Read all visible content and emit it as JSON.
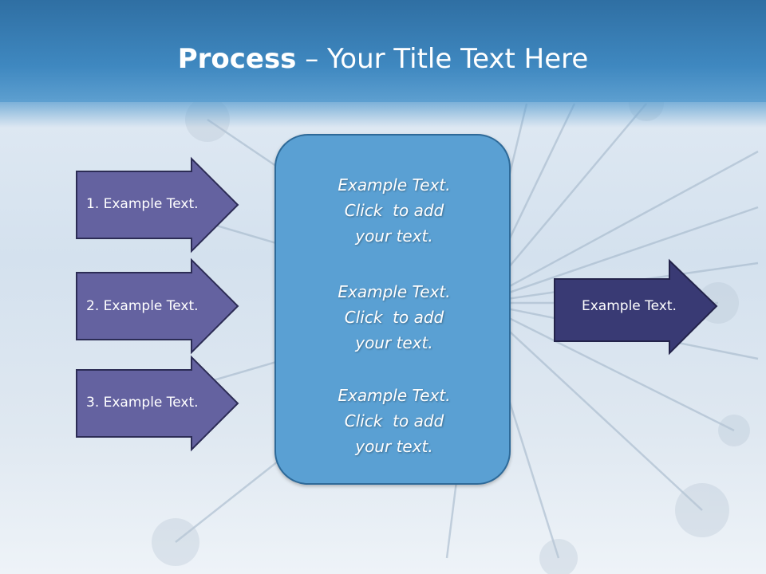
{
  "title": {
    "bold": "Process",
    "rest": " – Your Title Text Here"
  },
  "left_steps": [
    "1. Example Text.",
    "2. Example Text.",
    "3. Example Text."
  ],
  "center_blocks": [
    [
      "Example Text.",
      "Click  to add",
      "your text."
    ],
    [
      "Example Text.",
      "Click  to add",
      "your text."
    ],
    [
      "Example Text.",
      "Click  to add",
      "your text."
    ]
  ],
  "result": "Example Text.",
  "colors": {
    "title_band": "#3f88c0",
    "step_arrow_fill": "#6462a0",
    "result_arrow_fill": "#393a74",
    "center_box_fill": "#5aa0d3",
    "text": "#ffffff"
  }
}
